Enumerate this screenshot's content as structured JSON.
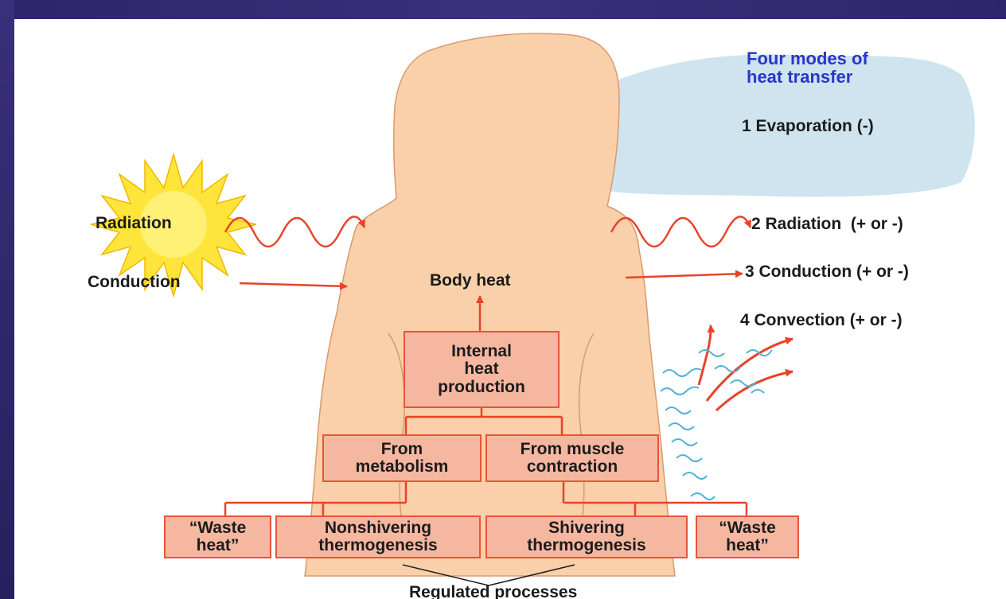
{
  "legend": {
    "title_line1": "Four modes of",
    "title_line2": "heat transfer",
    "mode1": "1 Evaporation (-)",
    "mode2": "2 Radiation  (+ or -)",
    "mode3": "3 Conduction (+ or -)",
    "mode4": "4 Convection (+ or -)"
  },
  "left_labels": {
    "radiation": "Radiation",
    "conduction": "Conduction"
  },
  "body_heat": "Body heat",
  "boxes": {
    "internal": "Internal\nheat\nproduction",
    "metabolism": "From\nmetabolism",
    "muscle": "From muscle\ncontraction",
    "waste_left": "“Waste\nheat”",
    "nonshivering": "Nonshivering\nthermogenesis",
    "shivering": "Shivering\nthermogenesis",
    "waste_right": "“Waste\nheat”"
  },
  "regulated": "Regulated processes",
  "colors": {
    "body": "#f9d0a9",
    "body_outline": "#d99a6d",
    "box_fill": "#f6b7a1",
    "box_border": "#e8543a",
    "arrow": "#e8432a",
    "cloud": "#cfe4ef",
    "title": "#2a36c9",
    "sun": "#ffe53b",
    "slide_background": "#2c2466"
  }
}
